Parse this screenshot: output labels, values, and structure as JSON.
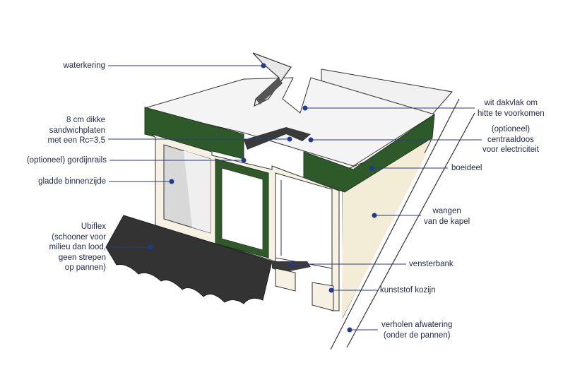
{
  "labels": {
    "waterkering": "waterkering",
    "sandwich": [
      "8 cm dikke",
      "sandwichplaten",
      "met een Rc=3,5"
    ],
    "gordijnrails": "(optioneel) gordijnrails",
    "binnenzijde": "gladde binnenzijde",
    "ubiflex": [
      "Ubiflex",
      "(schooner voor",
      "milieu dan lood,",
      "geen strepen",
      "op pannen)"
    ],
    "dakvlak": [
      "wit dakvlak om",
      "hitte te voorkomen"
    ],
    "centraaldoos": [
      "(optioneel)",
      "centraaldoos",
      "voor electriciteit"
    ],
    "boeideel": "boeideel",
    "wangen": [
      "wangen",
      "van de kapel"
    ],
    "vensterbank": "vensterbank",
    "kozijn": "kunststof kozijn",
    "afwatering": [
      "verholen afwatering",
      "(onder de pannen)"
    ]
  },
  "colors": {
    "leader": "#2b3a85",
    "dot": "#1f3c8c",
    "fascia": "#2e5a2a",
    "wall": "#f3ecd6",
    "frame": "#f6f1e2",
    "roof": "#f4f4f4",
    "flashing": "#3a3a3a",
    "outline": "#333333"
  }
}
